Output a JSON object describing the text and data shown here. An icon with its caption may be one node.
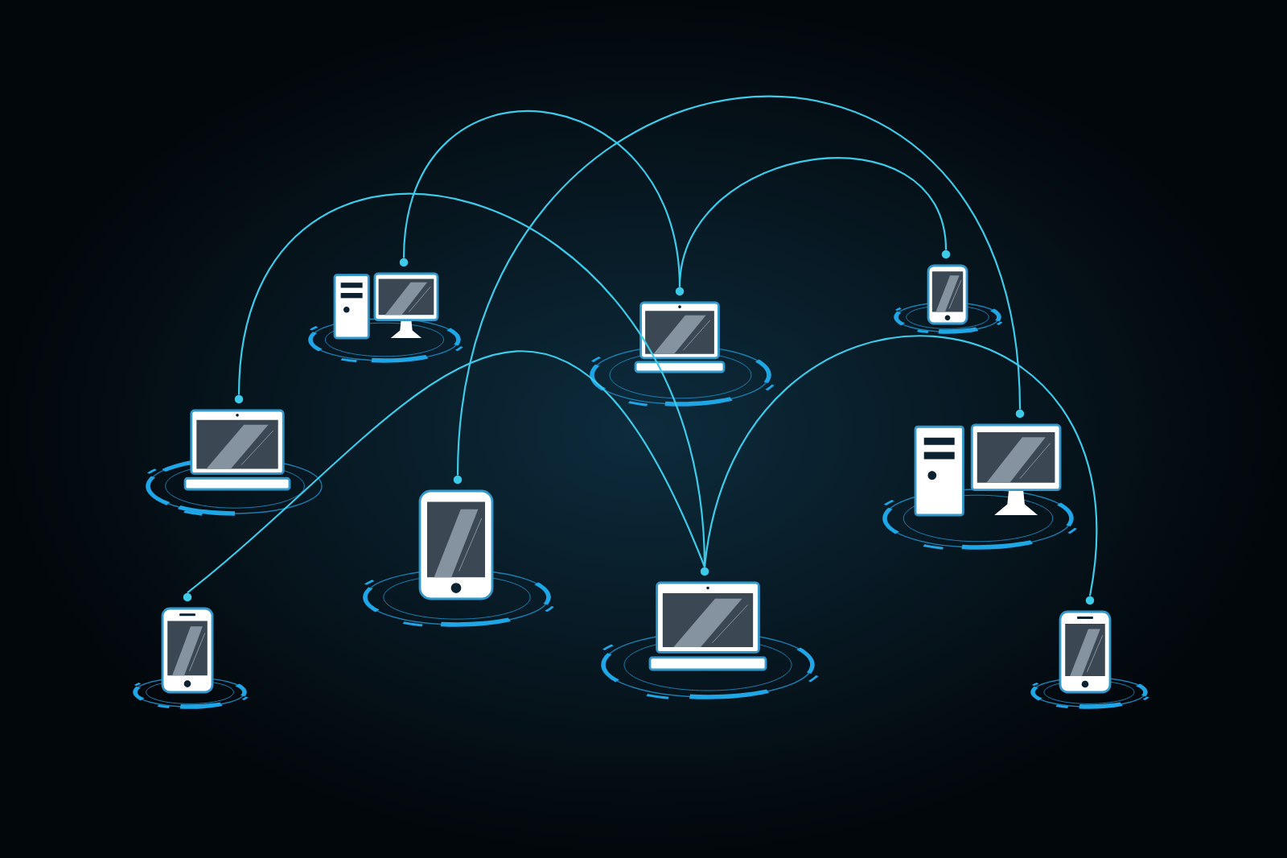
{
  "diagram": {
    "nodes": [
      {
        "text": [],
        "shape": "computer"
      },
      {
        "text": [],
        "shape": "laptop"
      },
      {
        "text": [],
        "shape": "tablet"
      },
      {
        "text": [],
        "shape": "laptop"
      },
      {
        "text": [],
        "shape": "tablet"
      },
      {
        "text": [],
        "shape": "computer"
      },
      {
        "text": [],
        "shape": "phone"
      },
      {
        "text": [],
        "shape": "laptop"
      },
      {
        "text": [],
        "shape": "phone"
      }
    ],
    "edges": [
      {
        "from": 0,
        "to": 1,
        "arrow": "none"
      },
      {
        "from": 1,
        "to": 2,
        "arrow": "none"
      },
      {
        "from": 4,
        "to": 5,
        "arrow": "none"
      },
      {
        "from": 3,
        "to": 7,
        "arrow": "none"
      },
      {
        "from": 6,
        "to": 7,
        "arrow": "none"
      },
      {
        "from": 7,
        "to": 8,
        "arrow": "none"
      }
    ]
  }
}
